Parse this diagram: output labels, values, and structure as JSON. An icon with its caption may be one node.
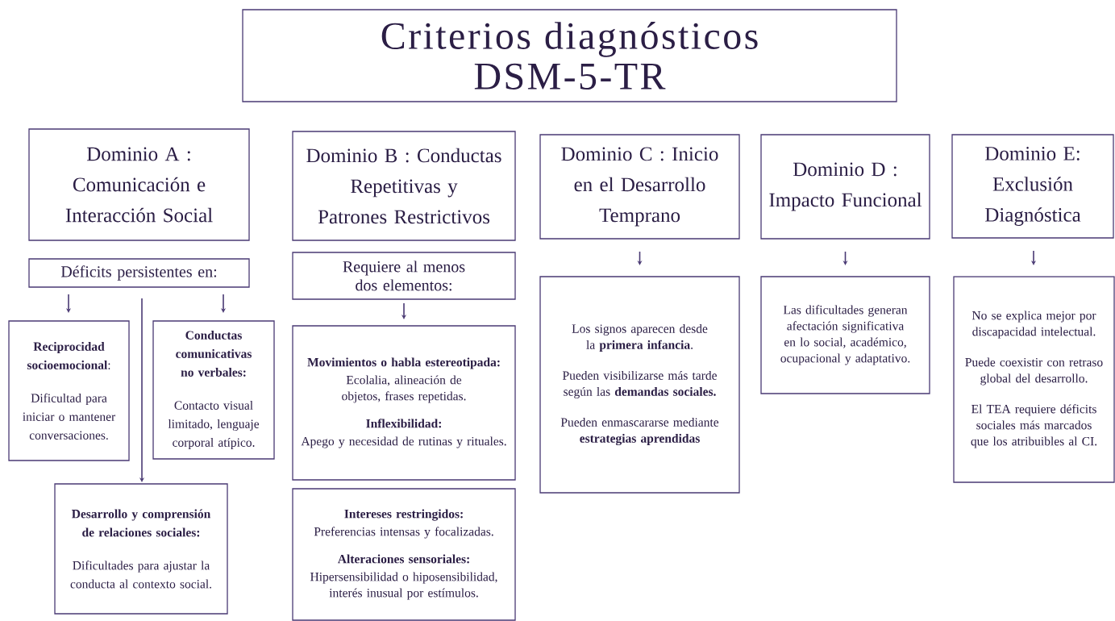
{
  "diagram": {
    "nodes": [
      {
        "text": [
          "Criterios diagnósticos DSM-5-TR"
        ]
      },
      {
        "text": [
          "Dominio A : Comunicación e Interacción Social"
        ]
      },
      {
        "text": [
          "Déficits persistentes en:"
        ]
      },
      {
        "text": [
          "**Reciprocidad socioemocional**:",
          "Dificultad para iniciar o mantener conversaciones."
        ]
      },
      {
        "text": [
          "Conductas comunicativas no verbales:",
          "Contacto visual limitado, lenguaje corporal atípico."
        ]
      },
      {
        "text": [
          "Desarrollo y comprensión de relaciones sociales:",
          "Dificultades para ajustar la conducta al contexto social."
        ]
      },
      {
        "text": [
          "Dominio B : Conductas Repetitivas y Patrones Restrictivos"
        ]
      },
      {
        "text": [
          "Requiere al menos dos elementos:"
        ]
      },
      {
        "text": [
          "Movimientos o habla estereotipada:",
          "Ecolalia, alineación de objetos, frases repetidas.",
          "Inflexibilidad:",
          "Apego y necesidad de rutinas y rituales."
        ]
      },
      {
        "text": [
          "Intereses restringidos:",
          "Preferencias intensas y focalizadas.",
          "Alteraciones sensoriales:",
          "Hipersensibilidad o hiposensibilidad, interés inusual por estímulos."
        ]
      },
      {
        "text": [
          "Dominio C : Inicio en el Desarrollo Temprano"
        ]
      },
      {
        "text": [
          "Los signos aparecen desde la **primera infancia**.",
          "Pueden visibilizarse más tarde según las **demandas sociales.**",
          "Pueden enmascararse mediante **estrategias aprendidas**"
        ]
      },
      {
        "text": [
          "Dominio D : Impacto Funcional"
        ]
      },
      {
        "text": [
          "Las dificultades generan afectación significativa en lo social, académico, ocupacional y adaptativo."
        ]
      },
      {
        "text": [
          "Dominio E: Exclusión Diagnóstica"
        ]
      },
      {
        "text": [
          "No se explica mejor por discapacidad intelectual.",
          "Puede coexistir con retraso global del desarrollo.",
          "El TEA requiere déficits sociales más marcados que los atribuibles al CI."
        ]
      }
    ],
    "edges": [
      {
        "from": 2,
        "to": 3,
        "arrow": "to"
      },
      {
        "from": 2,
        "to": 4,
        "arrow": "to"
      },
      {
        "from": 2,
        "to": 5,
        "arrow": "to"
      },
      {
        "from": 7,
        "to": 8,
        "arrow": "to"
      },
      {
        "from": 10,
        "to": 11,
        "arrow": "to"
      },
      {
        "from": 12,
        "to": 13,
        "arrow": "to"
      },
      {
        "from": 14,
        "to": 15,
        "arrow": "to"
      }
    ]
  }
}
